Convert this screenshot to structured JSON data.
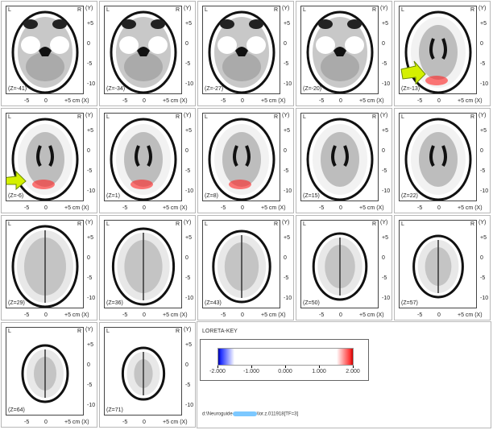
{
  "slices": [
    {
      "z": "(Z=-41)",
      "kind": "base"
    },
    {
      "z": "(Z=-34)",
      "kind": "base"
    },
    {
      "z": "(Z=-27)",
      "kind": "base"
    },
    {
      "z": "(Z=-20)",
      "kind": "base"
    },
    {
      "z": "(Z=-13)",
      "kind": "mid",
      "hot": true,
      "arrow": true
    },
    {
      "z": "(Z=-6)",
      "kind": "mid",
      "hot": true,
      "arrow": true
    },
    {
      "z": "(Z=1)",
      "kind": "mid",
      "hot": true
    },
    {
      "z": "(Z=8)",
      "kind": "mid",
      "hot": true
    },
    {
      "z": "(Z=15)",
      "kind": "mid"
    },
    {
      "z": "(Z=22)",
      "kind": "mid"
    },
    {
      "z": "(Z=29)",
      "kind": "top"
    },
    {
      "z": "(Z=36)",
      "kind": "top"
    },
    {
      "z": "(Z=43)",
      "kind": "top"
    },
    {
      "z": "(Z=50)",
      "kind": "top"
    },
    {
      "z": "(Z=57)",
      "kind": "top"
    },
    {
      "z": "(Z=64)",
      "kind": "top"
    },
    {
      "z": "(Z=71)",
      "kind": "top"
    }
  ],
  "axis": {
    "left": "L",
    "right": "R",
    "y_label": "(Y)",
    "y_ticks": [
      "+5",
      "0",
      "-5",
      "-10"
    ],
    "x_ticks": [
      "-5",
      "0",
      "+5 cm  (X)"
    ]
  },
  "key": {
    "title": "LORETA-KEY",
    "ticks": [
      "-2.000",
      "-1.000",
      "0.000",
      "1.000",
      "2.000"
    ],
    "colors": {
      "negative": "#0000a0",
      "positive": "#c00000",
      "arrow": "#d4f000"
    },
    "path_prefix": "d:\\Neuroguide",
    "path_suffix": "\\lor.z.011918[TF=3]"
  }
}
